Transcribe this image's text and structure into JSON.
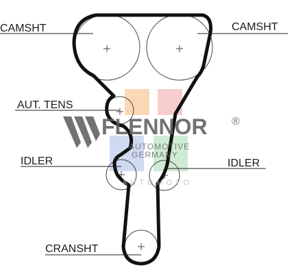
{
  "labels": {
    "camshaft_left": "CAMSHT",
    "camshaft_right": "CAMSHT",
    "auto_tensioner": "AUT. TENS",
    "idler_left": "IDLER",
    "idler_right": "IDLER",
    "crankshaft": "CRANSHT"
  },
  "watermark": {
    "brand": "FLENNOR",
    "registered": "®",
    "line1": "AUTOMOTIVE",
    "line2": "GERMANY",
    "line3": "AUTOMOTO"
  },
  "colors": {
    "belt": "#111111",
    "watermark_orange": "#f6b97a",
    "watermark_red": "#f2a5a5",
    "watermark_blue": "#a9bde6",
    "watermark_green": "#a8dcb4"
  }
}
